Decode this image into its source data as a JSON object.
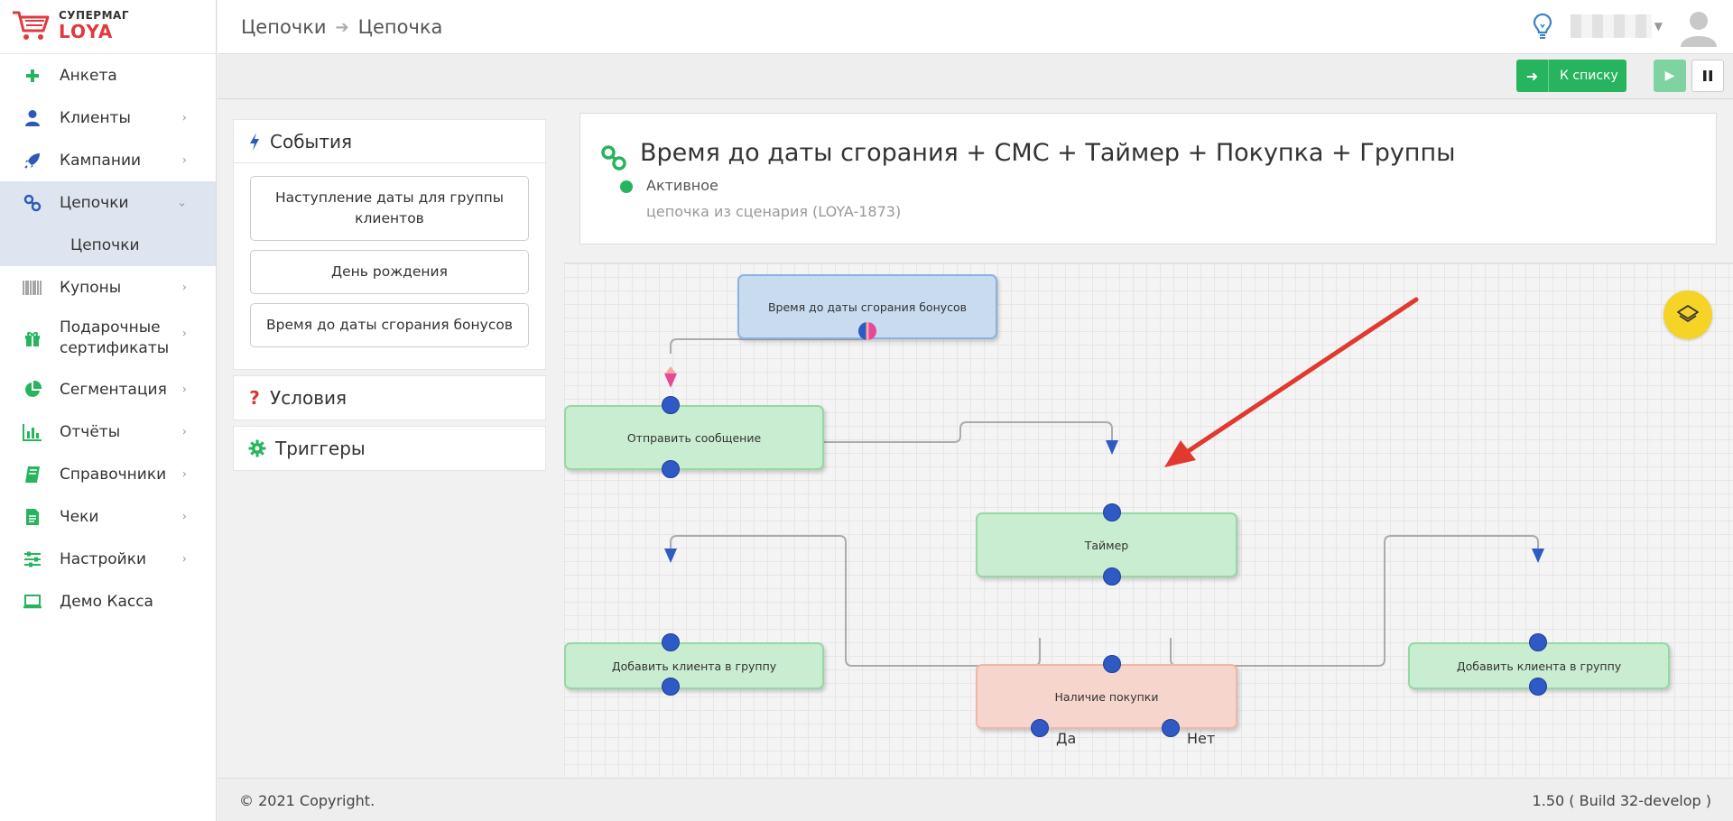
{
  "brand": {
    "top": "СУПЕРМАГ",
    "main": "LOYA",
    "accent": "#e03a3e"
  },
  "sidebar": {
    "items": [
      {
        "label": "Анкета",
        "icon": "plus-icon"
      },
      {
        "label": "Клиенты",
        "icon": "user-icon"
      },
      {
        "label": "Кампании",
        "icon": "rocket-icon"
      },
      {
        "label": "Цепочки",
        "icon": "link-icon",
        "active": true
      },
      {
        "label": "Купоны",
        "icon": "barcode-icon"
      },
      {
        "label": "Подарочные сертификаты",
        "line1": "Подарочные",
        "line2": "сертификаты",
        "icon": "gift-icon"
      },
      {
        "label": "Сегментация",
        "icon": "pie-chart-icon"
      },
      {
        "label": "Отчёты",
        "icon": "bar-chart-icon"
      },
      {
        "label": "Справочники",
        "icon": "book-icon"
      },
      {
        "label": "Чеки",
        "icon": "receipt-icon"
      },
      {
        "label": "Настройки",
        "icon": "sliders-icon"
      },
      {
        "label": "Демо Касса",
        "icon": "laptop-icon"
      }
    ],
    "subitem": "Цепочки"
  },
  "header": {
    "breadcrumb": [
      "Цепочки",
      "Цепочка"
    ]
  },
  "toolbar": {
    "back_label": "К списку"
  },
  "panel": {
    "events_title": "События",
    "events": [
      "Наступление даты для группы клиентов",
      "День рождения",
      "Время до даты сгорания бонусов"
    ],
    "conditions_title": "Условия",
    "triggers_title": "Триггеры"
  },
  "chain": {
    "title": "Время до даты сгорания + СМС + Таймер + Покупка + Группы",
    "status": "Активное",
    "description": "цепочка из сценария (LOYA-1873)"
  },
  "flow": {
    "nodes": {
      "start": "Время до даты сгорания бонусов",
      "send": "Отправить сообщение",
      "timer": "Таймер",
      "add_left": "Добавить клиента в группу",
      "purchase": "Наличие покупки",
      "add_right": "Добавить клиента в группу"
    },
    "yes": "Да",
    "no": "Нет"
  },
  "footer": {
    "copyright": "© 2021 Copyright.",
    "version": "1.50 ( Build 32-develop )"
  },
  "colors": {
    "green": "#27b45e",
    "port": "#2f59c4",
    "annotation_arrow": "#e03a2f",
    "layers_button": "#f5d327"
  }
}
